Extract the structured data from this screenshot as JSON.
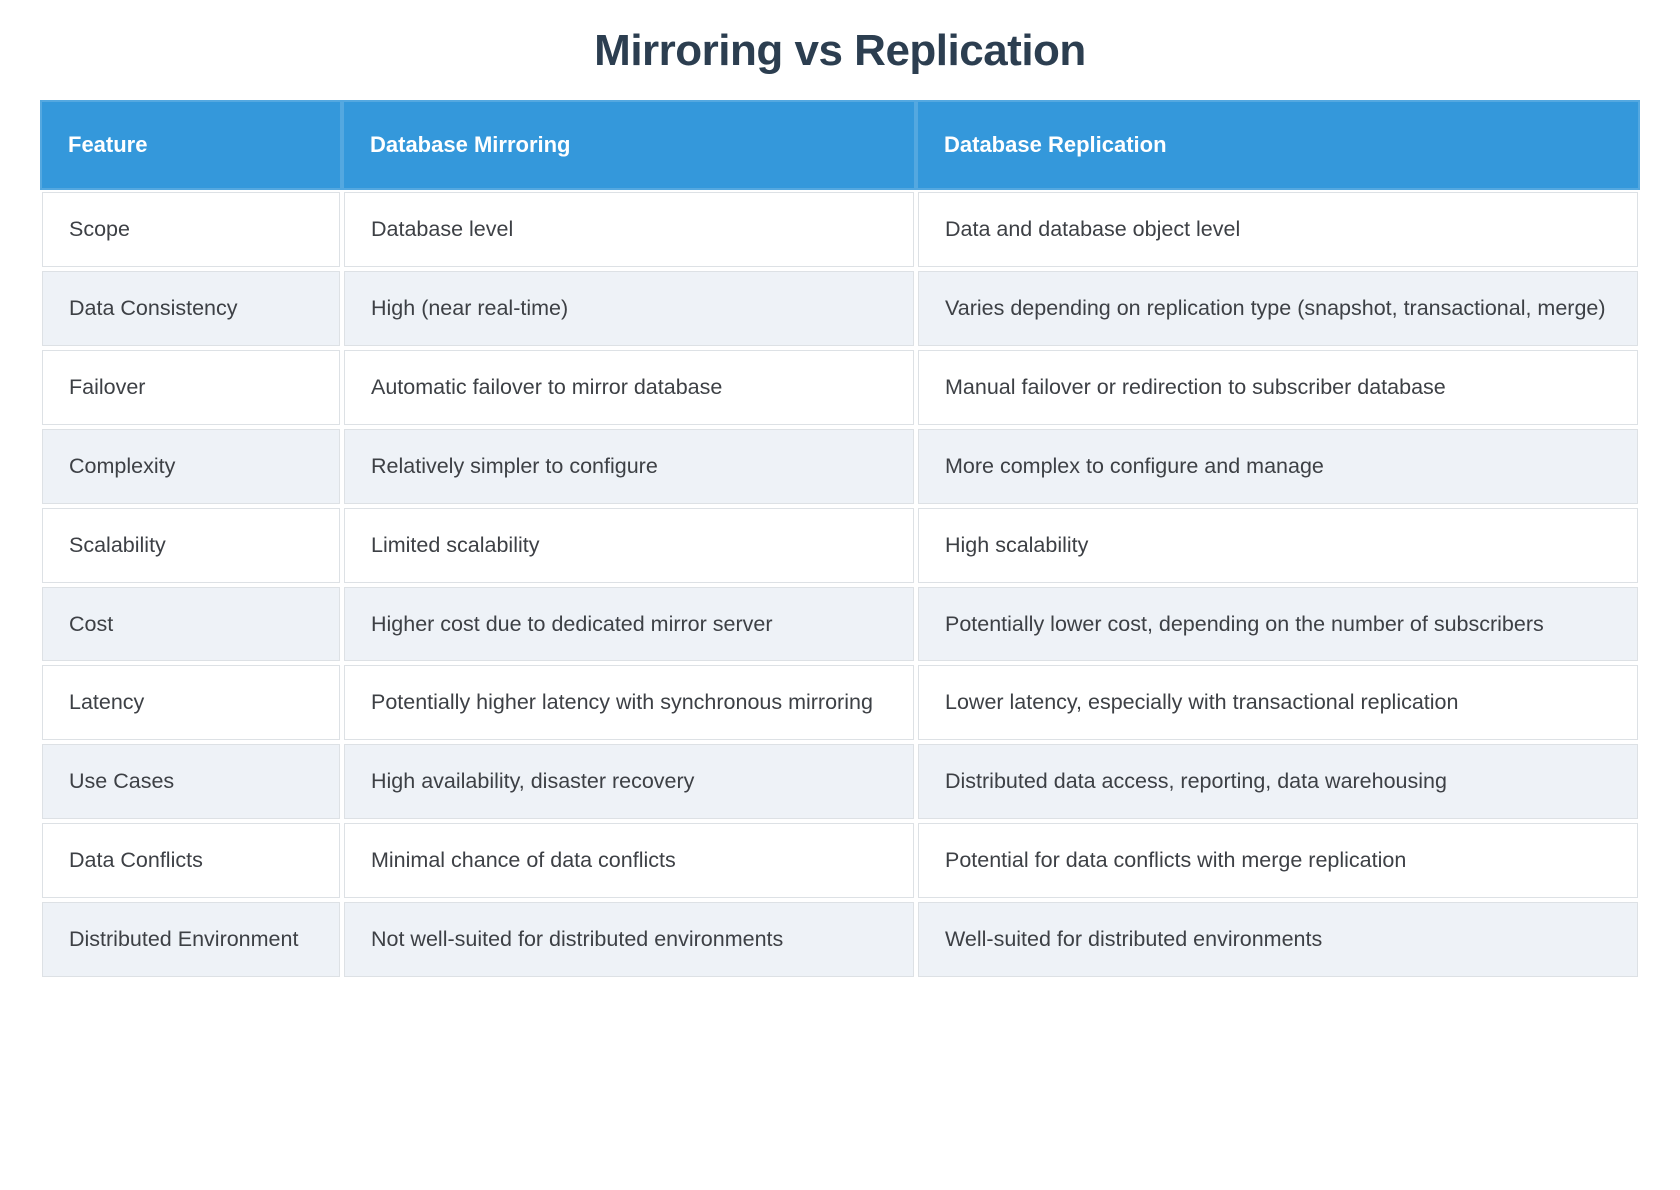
{
  "page": {
    "title": "Mirroring vs Replication"
  },
  "table": {
    "columns": [
      "Feature",
      "Database Mirroring",
      "Database Replication"
    ],
    "rows": [
      {
        "feature": "Scope",
        "mirroring": "Database level",
        "replication": "Data and database object level"
      },
      {
        "feature": "Data Consistency",
        "mirroring": "High (near real-time)",
        "replication": "Varies depending on replication type (snapshot, transactional, merge)"
      },
      {
        "feature": "Failover",
        "mirroring": "Automatic failover to mirror database",
        "replication": "Manual failover or redirection to subscriber database"
      },
      {
        "feature": "Complexity",
        "mirroring": "Relatively simpler to configure",
        "replication": "More complex to configure and manage"
      },
      {
        "feature": "Scalability",
        "mirroring": "Limited scalability",
        "replication": "High scalability"
      },
      {
        "feature": "Cost",
        "mirroring": "Higher cost due to dedicated mirror server",
        "replication": "Potentially lower cost, depending on the number of subscribers"
      },
      {
        "feature": "Latency",
        "mirroring": "Potentially higher latency with synchronous mirroring",
        "replication": "Lower latency, especially with transactional replication"
      },
      {
        "feature": "Use Cases",
        "mirroring": "High availability, disaster recovery",
        "replication": "Distributed data access, reporting, data warehousing"
      },
      {
        "feature": "Data Conflicts",
        "mirroring": "Minimal chance of data conflicts",
        "replication": "Potential for data conflicts with merge replication"
      },
      {
        "feature": "Distributed Environment",
        "mirroring": "Not well-suited for distributed environments",
        "replication": "Well-suited for distributed environments"
      }
    ]
  },
  "colors": {
    "header_bg": "#3498db",
    "header_text": "#ffffff",
    "title_text": "#2c3e50",
    "row_bg": "#ffffff",
    "row_alt_bg": "#eef2f7",
    "body_text": "#3d4045",
    "cell_border": "#dde1e5",
    "header_divider": "#54a8e0"
  }
}
